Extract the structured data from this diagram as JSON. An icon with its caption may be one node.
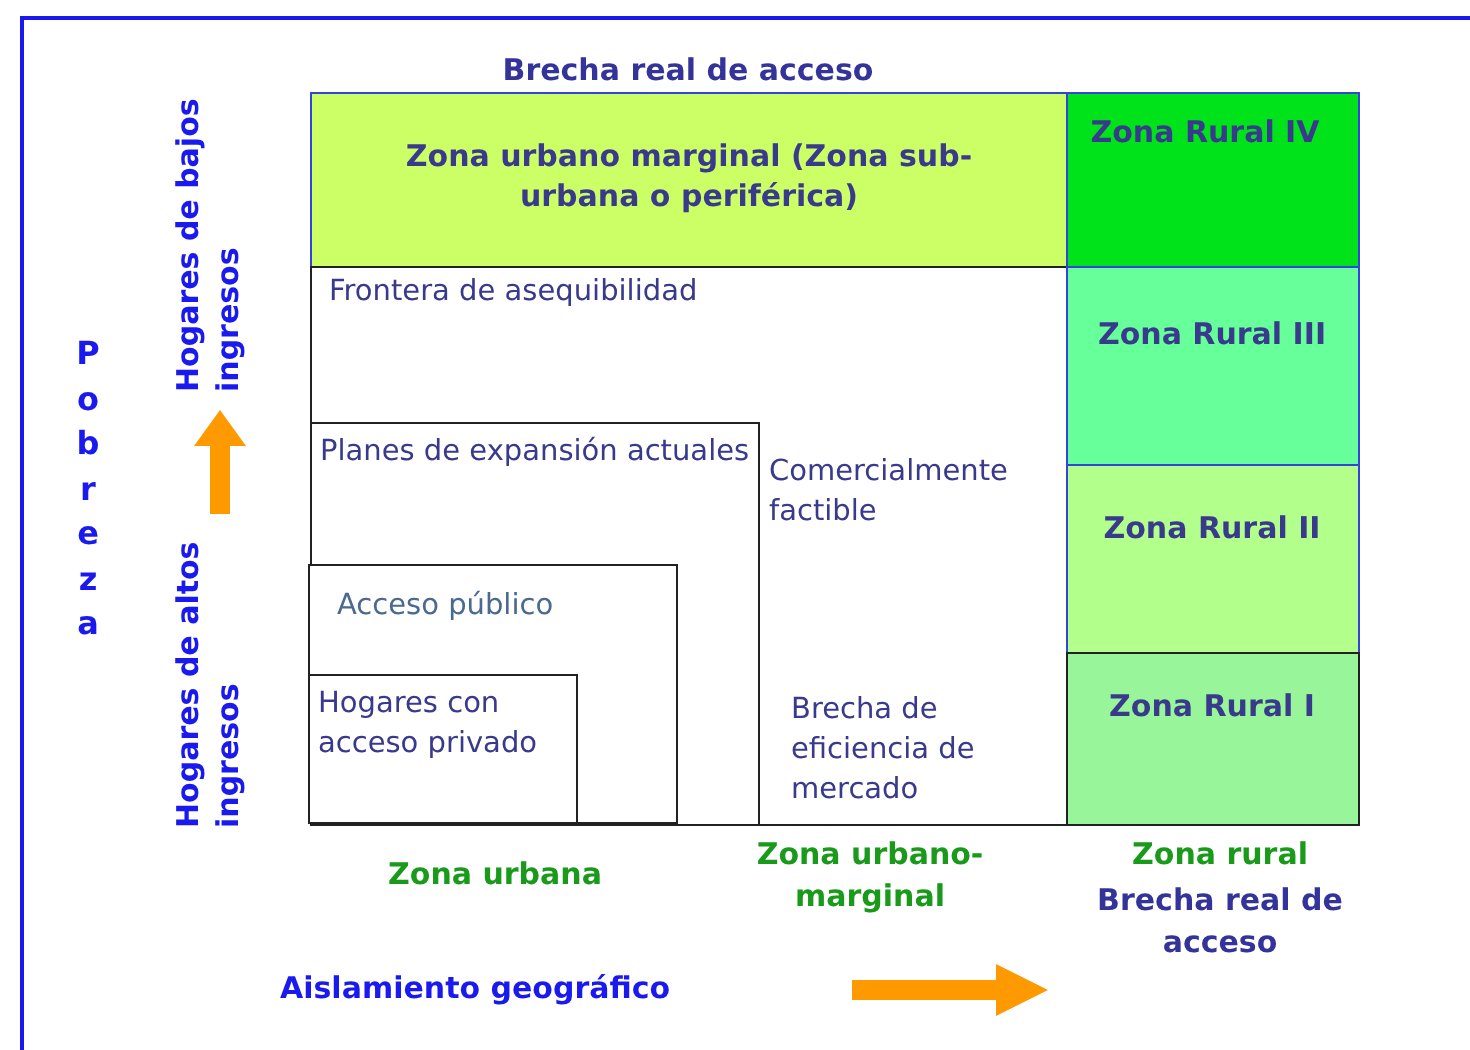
{
  "diagram": {
    "title": "Brecha real de acceso",
    "nodes": [
      {
        "text": [
          "Zona urbano marginal (Zona sub-urbana o periférica)"
        ]
      },
      {
        "text": [
          "Zona Rural IV"
        ]
      },
      {
        "text": [
          "Frontera de asequibilidad",
          "Comercialmente factible",
          "Brecha de eficiencia de mercado"
        ]
      },
      {
        "text": [
          "Planes de expansión actuales"
        ],
        "in": 2
      },
      {
        "text": [
          "Acceso público"
        ],
        "in": 3
      },
      {
        "text": [
          "Hogares con acceso privado"
        ],
        "in": 4
      },
      {
        "text": [
          "Zona Rural III"
        ]
      },
      {
        "text": [
          "Zona Rural II"
        ]
      },
      {
        "text": [
          "Zona Rural I"
        ]
      }
    ],
    "labels": [
      "Pobreza",
      "Hogares de bajos ingresos",
      "Hogares de altos ingresos",
      "Zona urbana",
      "Zona urbano-marginal",
      "Zona rural",
      "Brecha real de acceso",
      "Aislamiento geográfico"
    ]
  }
}
